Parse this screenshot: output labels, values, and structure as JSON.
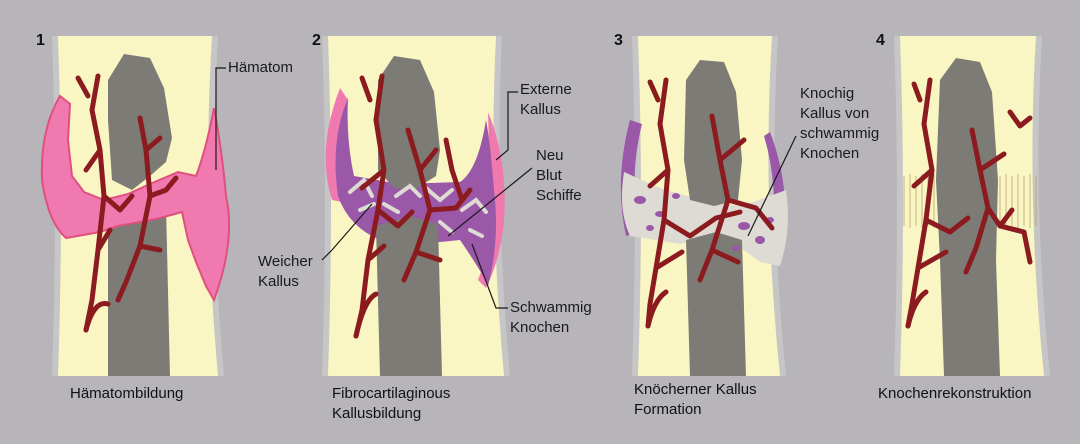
{
  "colors": {
    "background": "#b7b5b9",
    "bone_outer": "#faf6c3",
    "periosteum": "#c6c6c6",
    "medulla": "#7d7b75",
    "hematoma": "#f07ab0",
    "hematoma_edge": "#e0507f",
    "soft_callus": "#9b57a8",
    "vessel": "#8b1b1f",
    "spongy_bone": "#dedbd4"
  },
  "panels": [
    {
      "number": "1",
      "caption": [
        "Hämatombildung"
      ],
      "labels": [
        {
          "id": "hematom",
          "lines": [
            "Hämatom"
          ]
        }
      ]
    },
    {
      "number": "2",
      "caption": [
        "Fibrocartilaginous",
        "Kallusbildung"
      ],
      "labels": [
        {
          "id": "external-callus",
          "lines": [
            "Externe",
            "Kallus"
          ]
        },
        {
          "id": "new-vessels",
          "lines": [
            "Neu",
            "Blut",
            "Schiffe"
          ]
        },
        {
          "id": "soft-callus",
          "lines": [
            "Weicher",
            "Kallus"
          ]
        },
        {
          "id": "spongy-bone",
          "lines": [
            "Schwammig",
            "Knochen"
          ]
        }
      ]
    },
    {
      "number": "3",
      "caption": [
        "Knöcherner Kallus",
        "Formation"
      ],
      "labels": [
        {
          "id": "bony-callus",
          "lines": [
            "Knochig",
            "Kallus von",
            "schwammig",
            "Knochen"
          ]
        }
      ]
    },
    {
      "number": "4",
      "caption": [
        "Knochenrekonstruktion"
      ],
      "labels": []
    }
  ]
}
